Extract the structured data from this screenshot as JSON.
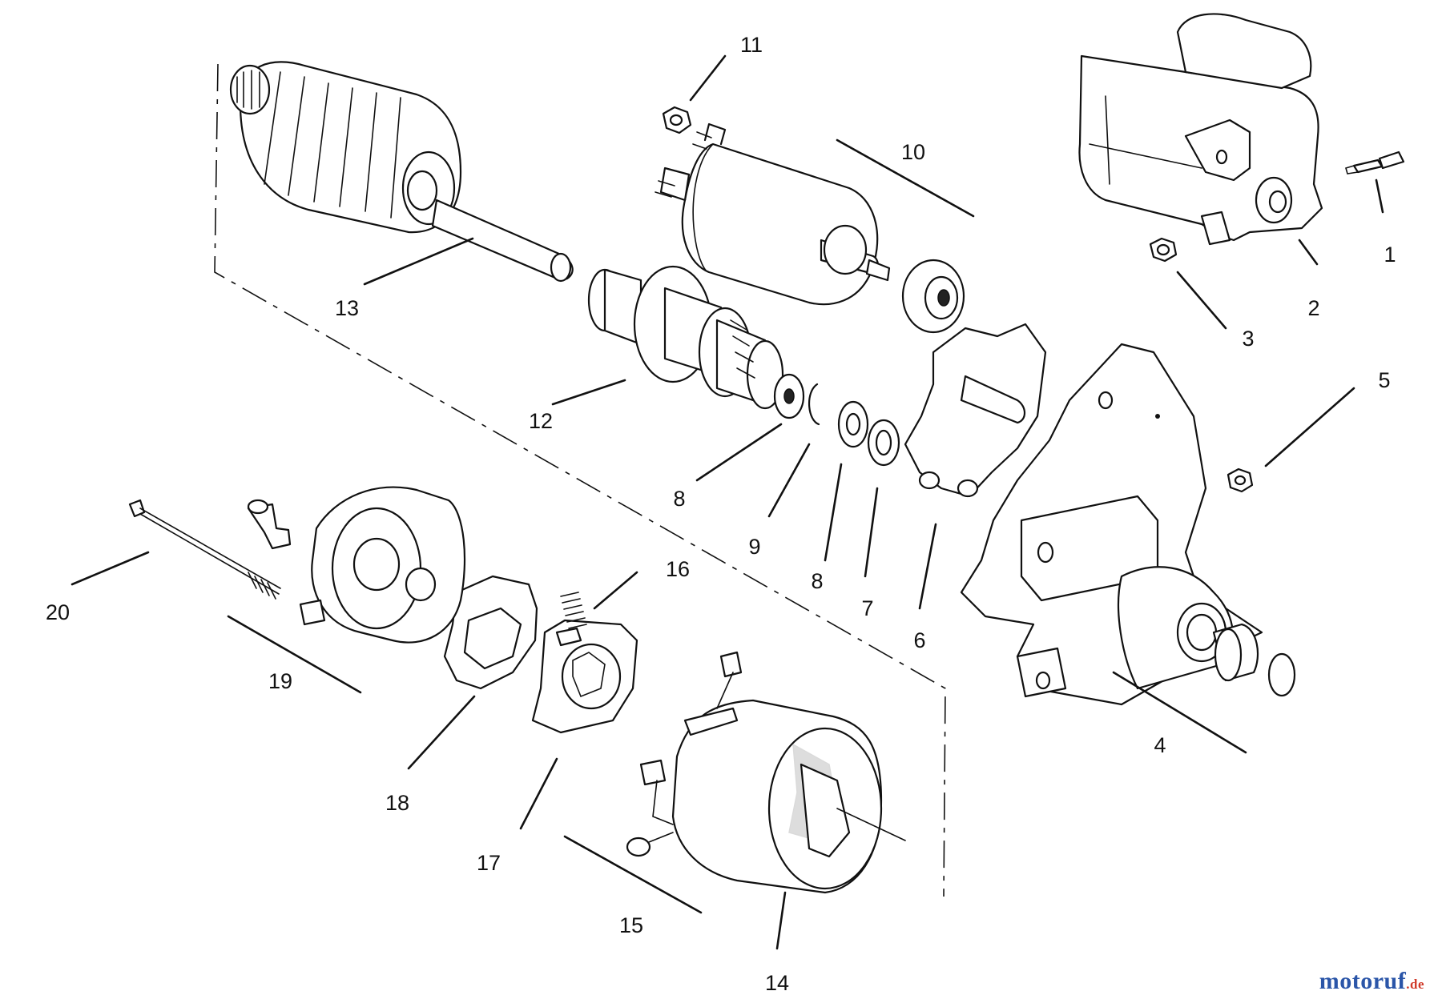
{
  "watermark": {
    "brand": "motoruf",
    "tld": ".de"
  },
  "callouts": {
    "c1": "1",
    "c2": "2",
    "c3": "3",
    "c4": "4",
    "c5": "5",
    "c6": "6",
    "c7": "7",
    "c8a": "8",
    "c8b": "8",
    "c9": "9",
    "c10": "10",
    "c11": "11",
    "c12": "12",
    "c13": "13",
    "c14": "14",
    "c15": "15",
    "c16": "16",
    "c17": "17",
    "c18": "18",
    "c19": "19",
    "c20": "20"
  }
}
